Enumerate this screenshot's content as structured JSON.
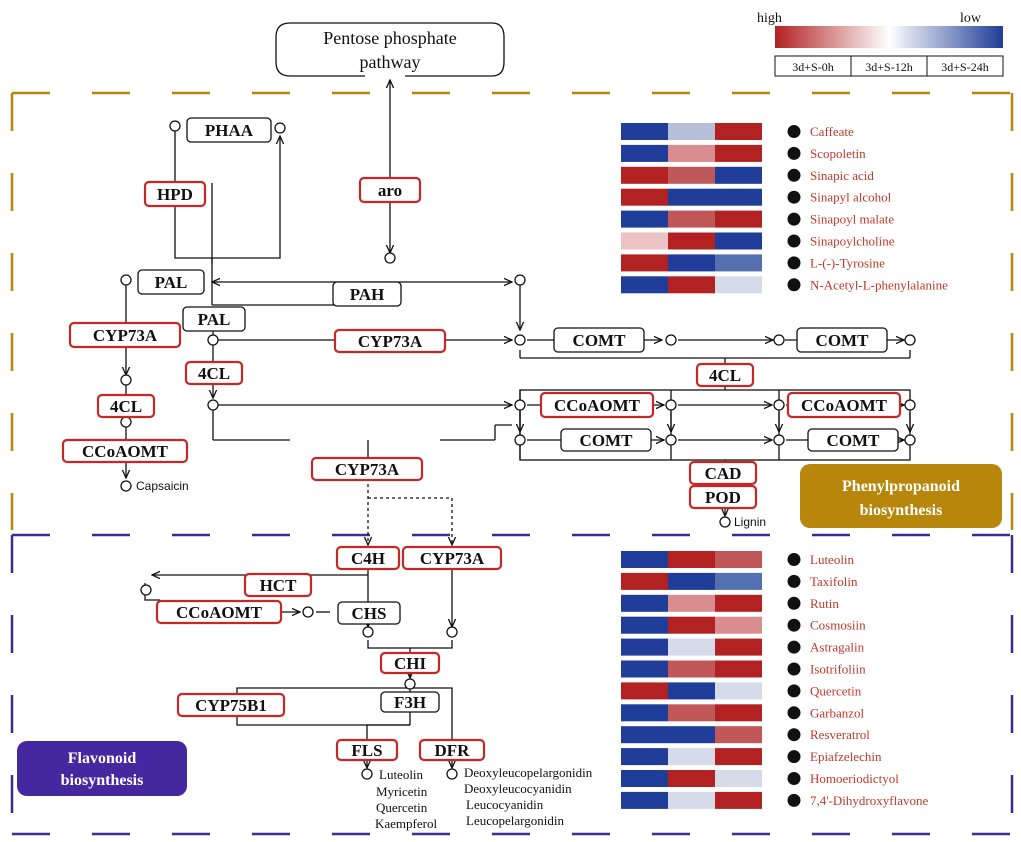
{
  "legend": {
    "high": "high",
    "low": "low",
    "columns": [
      "3d+S-0h",
      "3d+S-12h",
      "3d+S-24h"
    ]
  },
  "colors": {
    "high": "#b22222",
    "low": "#1f3d99",
    "mid": "#ffffff",
    "enzyme_border": "#c62828",
    "phenyl_panel": "#b8860b",
    "flavo_panel": "#4527a0",
    "phenyl_dash": "#b8860b",
    "flavo_dash": "#3a2f8f"
  },
  "pentose": {
    "line1": "Pentose phosphate",
    "line2": "pathway"
  },
  "panels": {
    "phenylpropanoid": {
      "line1": "Phenylpropanoid",
      "line2": "biosynthesis"
    },
    "flavonoid": {
      "line1": "Flavonoid",
      "line2": "biosynthesis"
    }
  },
  "enzymes": {
    "phaa": "PHAA",
    "hpd": "HPD",
    "aro": "aro",
    "pal1": "PAL",
    "pah": "PAH",
    "pal2": "PAL",
    "cyp73a_1": "CYP73A",
    "cyp73a_2": "CYP73A",
    "comt1": "COMT",
    "comt2": "COMT",
    "fourcl_1": "4CL",
    "fourcl_2": "4CL",
    "fourcl_3": "4CL",
    "ccoaomt_1": "CCoAOMT",
    "ccoaomt_2": "CCoAOMT",
    "ccoaomt_3": "CCoAOMT",
    "ccoaomt_4": "CCoAOMT",
    "comt3": "COMT",
    "comt4": "COMT",
    "cyp73a_3": "CYP73A",
    "cad": "CAD",
    "pod": "POD",
    "c4h": "C4H",
    "cyp73a_4": "CYP73A",
    "hct": "HCT",
    "chs": "CHS",
    "chi": "CHI",
    "cyp75b1": "CYP75B1",
    "f3h": "F3H",
    "fls": "FLS",
    "dfr": "DFR"
  },
  "products": {
    "capsaicin": "Capsaicin",
    "lignin": "Lignin",
    "fls_products": [
      "Luteolin",
      "Myricetin",
      "Quercetin",
      "Kaempferol"
    ],
    "dfr_products": [
      "Deoxyleucopelargonidin",
      "Deoxyleucocyanidin",
      "Leucocyanidin",
      "Leucopelargonidin"
    ]
  },
  "heatmap_top": [
    {
      "name": "Caffeate",
      "values": [
        "low",
        "lowlight",
        "high"
      ]
    },
    {
      "name": "Scopoletin",
      "values": [
        "low",
        "highlight",
        "high"
      ]
    },
    {
      "name": "Sinapic acid",
      "values": [
        "high",
        "highmid",
        "low"
      ]
    },
    {
      "name": "Sinapyl alcohol",
      "values": [
        "high",
        "low",
        "low"
      ]
    },
    {
      "name": "Sinapoyl malate",
      "values": [
        "low",
        "highmid",
        "high"
      ]
    },
    {
      "name": "Sinapoylcholine",
      "values": [
        "highpale",
        "high",
        "low"
      ]
    },
    {
      "name": "L-(-)-Tyrosine",
      "values": [
        "high",
        "low",
        "lowmid"
      ]
    },
    {
      "name": "N-Acetyl-L-phenylalanine",
      "values": [
        "low",
        "high",
        "lowpale"
      ]
    }
  ],
  "heatmap_bottom": [
    {
      "name": "Luteolin",
      "values": [
        "low",
        "high",
        "highmid"
      ]
    },
    {
      "name": "Taxifolin",
      "values": [
        "high",
        "low",
        "lowmid"
      ]
    },
    {
      "name": "Rutin",
      "values": [
        "low",
        "highlight",
        "high"
      ]
    },
    {
      "name": "Cosmosiin",
      "values": [
        "low",
        "high",
        "highlight"
      ]
    },
    {
      "name": "Astragalin",
      "values": [
        "low",
        "lowpale",
        "high"
      ]
    },
    {
      "name": "Isotrifoliin",
      "values": [
        "low",
        "highmid",
        "high"
      ]
    },
    {
      "name": "Quercetin",
      "values": [
        "high",
        "low",
        "lowpale"
      ]
    },
    {
      "name": "Garbanzol",
      "values": [
        "low",
        "highmid",
        "high"
      ]
    },
    {
      "name": "Resveratrol",
      "values": [
        "low",
        "low",
        "highmid"
      ]
    },
    {
      "name": "Epiafzelechin",
      "values": [
        "low",
        "lowpale",
        "high"
      ]
    },
    {
      "name": "Homoeriodictyol",
      "values": [
        "low",
        "high",
        "lowpale"
      ]
    },
    {
      "name": "7,4'-Dihydroxyflavone",
      "values": [
        "low",
        "lowpale",
        "high"
      ]
    }
  ]
}
